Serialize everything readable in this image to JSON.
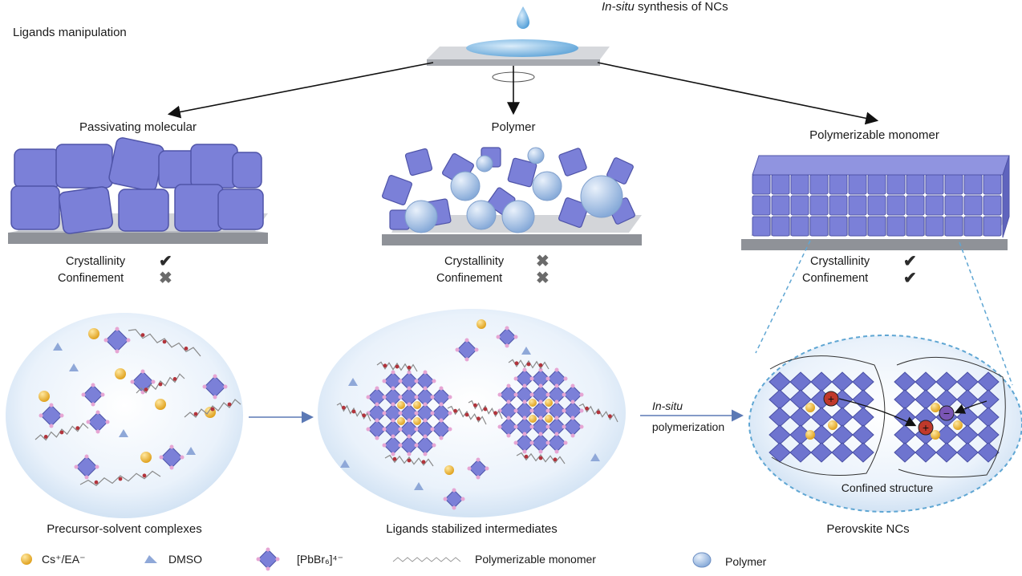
{
  "header": {
    "left_label": "Ligands manipulation",
    "top_title_italic": "In-situ",
    "top_title_rest": " synthesis of NCs"
  },
  "branches": [
    {
      "title": "Passivating molecular",
      "props": [
        {
          "label": "Crystallinity",
          "ok": true
        },
        {
          "label": "Confinement",
          "ok": false
        }
      ]
    },
    {
      "title": "Polymer",
      "props": [
        {
          "label": "Crystallinity",
          "ok": false
        },
        {
          "label": "Confinement",
          "ok": false
        }
      ]
    },
    {
      "title": "Polymerizable monomer",
      "props": [
        {
          "label": "Crystallinity",
          "ok": true
        },
        {
          "label": "Confinement",
          "ok": true
        }
      ]
    }
  ],
  "marks": {
    "check": "✔",
    "cross": "✖"
  },
  "stages": {
    "stage1": "Precursor-solvent complexes",
    "stage2": "Ligands stabilized intermediates",
    "stage3": "Perovskite NCs",
    "step_italic": "In-situ",
    "step_text": "polymerization",
    "inner_label": "Confined structure"
  },
  "legend": {
    "cs": "Cs⁺/EA⁻",
    "dmso": "DMSO",
    "pbbr": "[PbBr₆]⁴⁻",
    "monomer": "Polymerizable monomer",
    "polymer": "Polymer"
  },
  "colors": {
    "cube": "#7b80d8",
    "cube_dark": "#5a5fb8",
    "substrate": "#b9bcc2",
    "bubble": "#dbe9f7",
    "sphere": "#a9c5ea",
    "cs": "#f0b93a",
    "dmso": "#8fa8d8",
    "plus": "#c0392b",
    "minus": "#7a55b5"
  },
  "icons": [
    "droplet-icon",
    "rotation-icon",
    "check-icon",
    "cross-icon",
    "octahedron-icon",
    "sphere-icon"
  ]
}
